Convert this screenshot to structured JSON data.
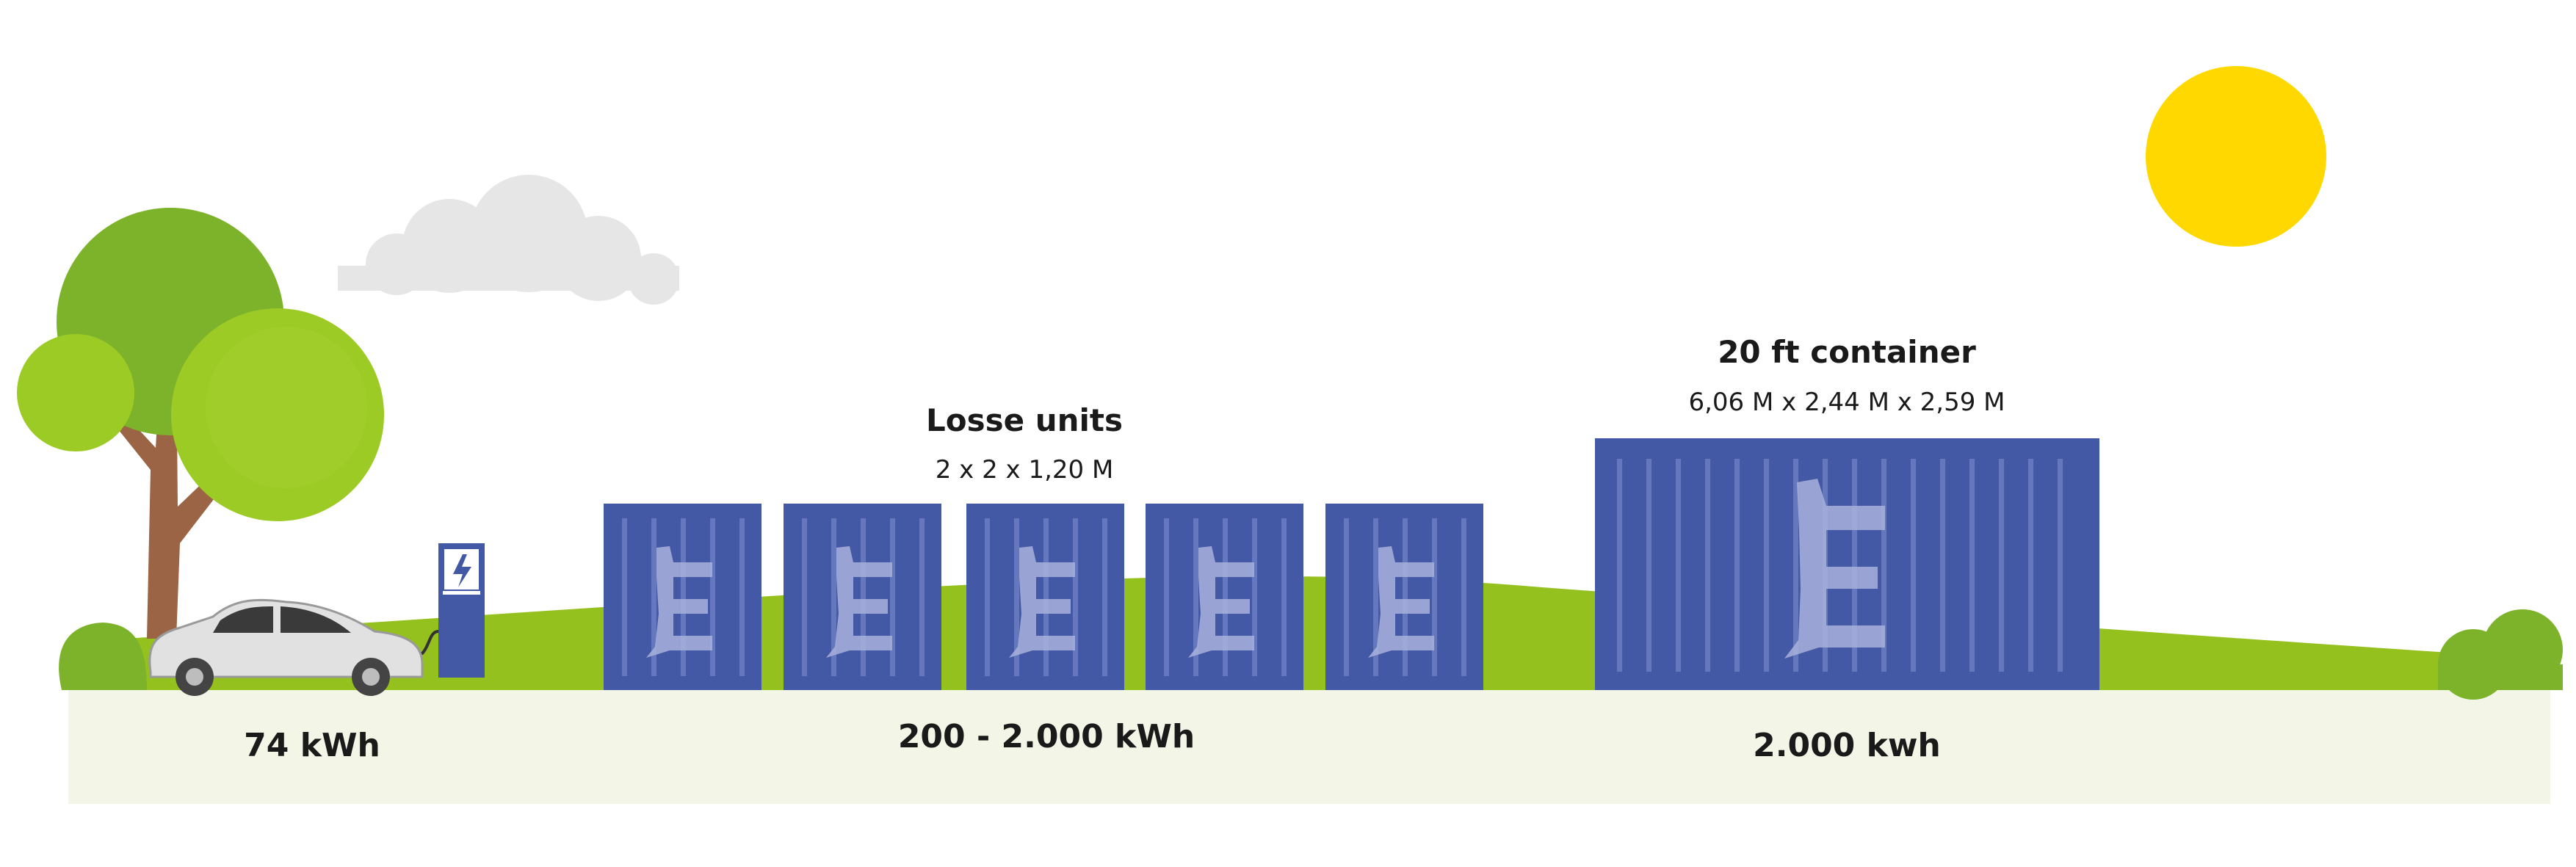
{
  "labels": {
    "units_title": "Losse units",
    "units_dims": "2 x 2 x 1,20 M",
    "container_title": "20 ft container",
    "container_dims": "6,06 M x 2,44 M x 2,59 M",
    "car_capacity": "74 kWh",
    "units_capacity": "200 - 2.000 kWh",
    "container_capacity": "2.000 kwh"
  },
  "colors": {
    "container_blue": "#4459a5",
    "container_stripe": "#6678bd",
    "logo_light": "#a9b2dc",
    "grass": "#95c11f",
    "tree_dark": "#7db32a",
    "tree_light": "#9ccb25",
    "trunk": "#9b6444",
    "ground": "#f3f6e6",
    "sun": "#ffd800",
    "cloud": "#e6e6e6"
  },
  "icons": [
    "sun-icon",
    "cloud-icon",
    "tree-icon",
    "electric-car-icon",
    "charging-station-icon",
    "bolt-icon",
    "logo-e-icon",
    "bush-icon"
  ]
}
